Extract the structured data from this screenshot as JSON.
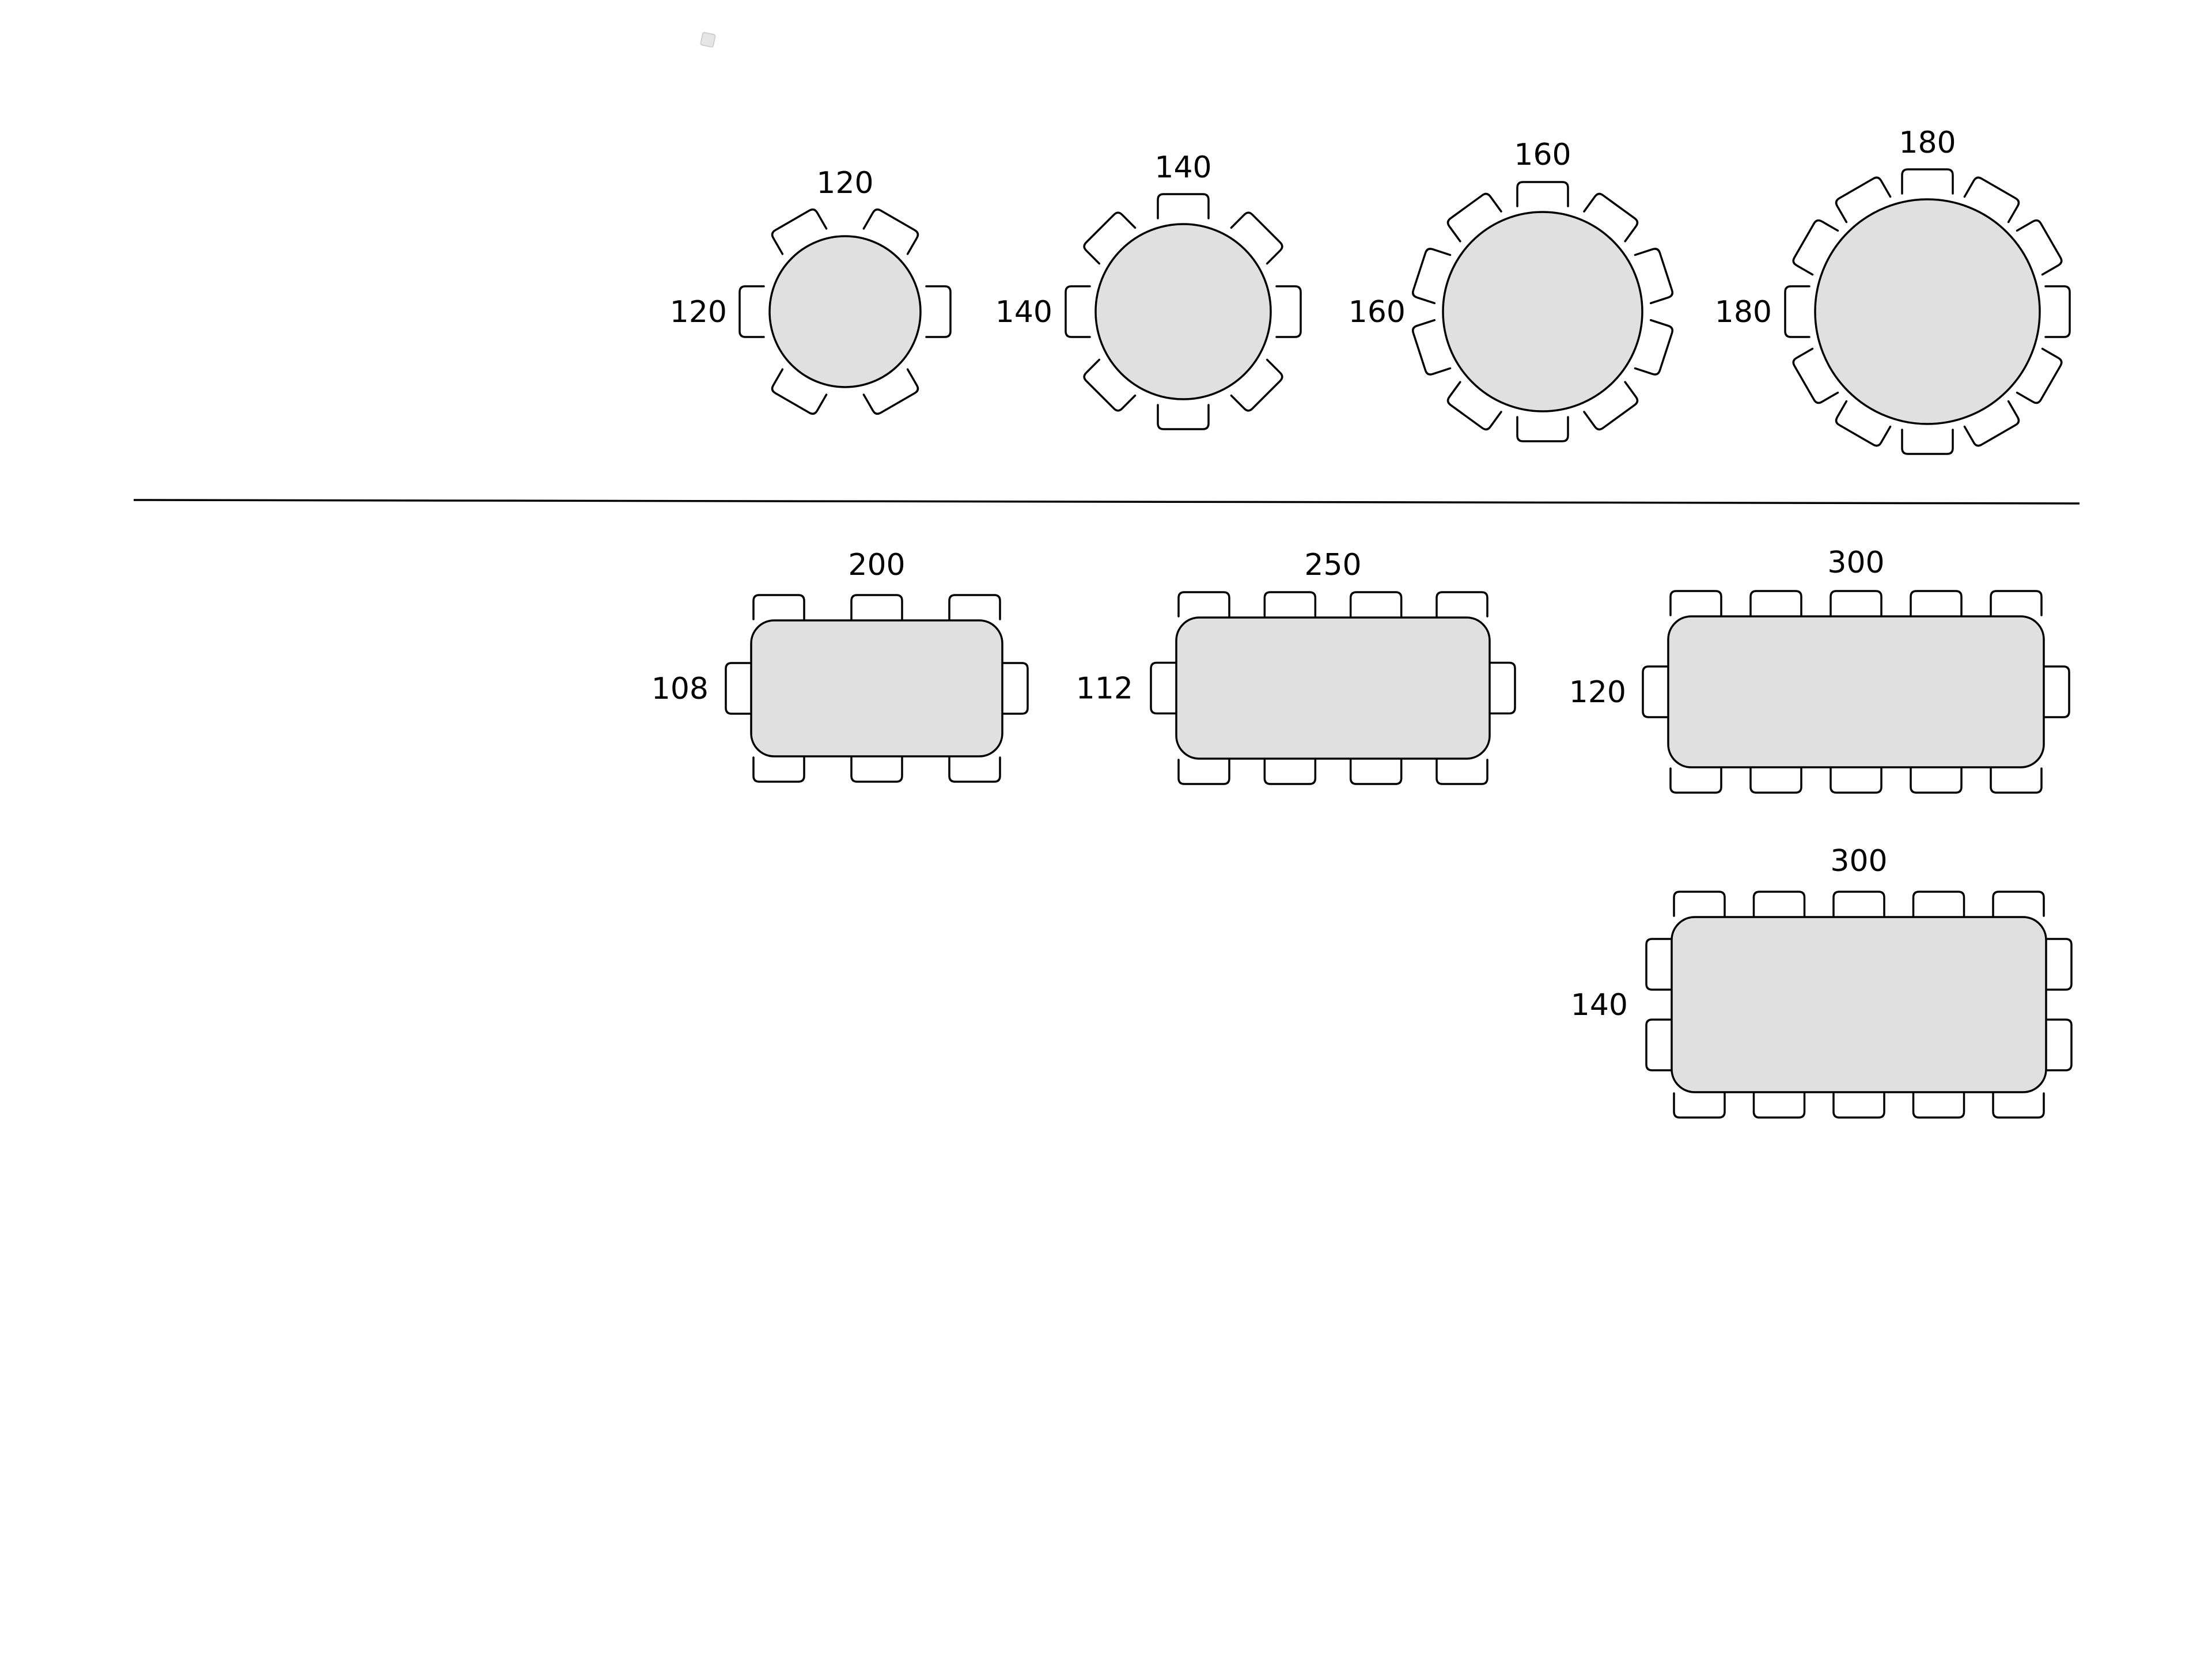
{
  "colors": {
    "background": "#ffffff",
    "table_fill": "#e0e0e0",
    "stroke": "#000000"
  },
  "round_tables": [
    {
      "diameter_label": "120",
      "side_label": "120",
      "seats": 6
    },
    {
      "diameter_label": "140",
      "side_label": "140",
      "seats": 8
    },
    {
      "diameter_label": "160",
      "side_label": "160",
      "seats": 10
    },
    {
      "diameter_label": "180",
      "side_label": "180",
      "seats": 12
    }
  ],
  "rect_tables": [
    {
      "length_label": "200",
      "width_label": "108",
      "seats_per_long_side": 3,
      "seats_per_end": 1
    },
    {
      "length_label": "250",
      "width_label": "112",
      "seats_per_long_side": 4,
      "seats_per_end": 1
    },
    {
      "length_label": "300",
      "width_label": "120",
      "seats_per_long_side": 5,
      "seats_per_end": 1
    },
    {
      "length_label": "300",
      "width_label": "140",
      "seats_per_long_side": 5,
      "seats_per_end": 2
    }
  ]
}
